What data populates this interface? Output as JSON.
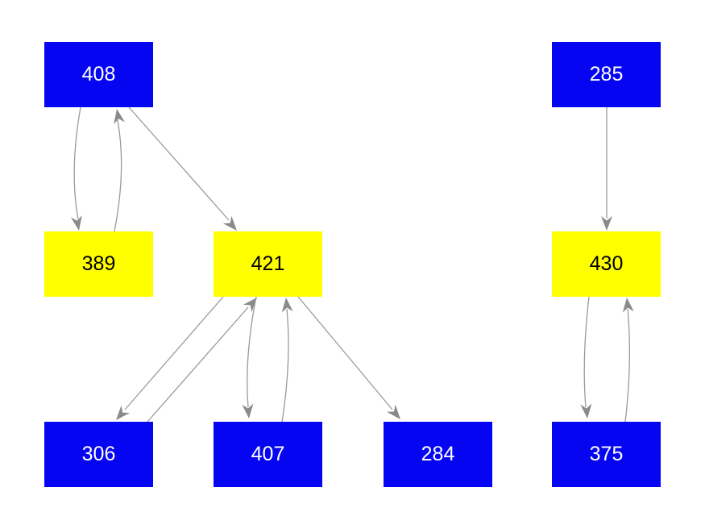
{
  "diagram": {
    "background": "#ffffff",
    "colors": {
      "blue_node": "#0505f2",
      "yellow_node": "#ffff00",
      "blue_text": "#ffffff",
      "yellow_text": "#000000",
      "edge": "#9a9a9a",
      "arrowhead": "#8a8a8a",
      "background": "#ffffff"
    },
    "nodes": [
      {
        "id": "408",
        "label": "408",
        "color": "blue"
      },
      {
        "id": "285",
        "label": "285",
        "color": "blue"
      },
      {
        "id": "389",
        "label": "389",
        "color": "yellow"
      },
      {
        "id": "421",
        "label": "421",
        "color": "yellow"
      },
      {
        "id": "430",
        "label": "430",
        "color": "yellow"
      },
      {
        "id": "306",
        "label": "306",
        "color": "blue"
      },
      {
        "id": "407",
        "label": "407",
        "color": "blue"
      },
      {
        "id": "284",
        "label": "284",
        "color": "blue"
      },
      {
        "id": "375",
        "label": "375",
        "color": "blue"
      }
    ],
    "edges": [
      {
        "from": "408",
        "to": "389"
      },
      {
        "from": "389",
        "to": "408"
      },
      {
        "from": "408",
        "to": "421"
      },
      {
        "from": "285",
        "to": "430"
      },
      {
        "from": "421",
        "to": "306"
      },
      {
        "from": "306",
        "to": "421"
      },
      {
        "from": "421",
        "to": "407"
      },
      {
        "from": "407",
        "to": "421"
      },
      {
        "from": "421",
        "to": "284"
      },
      {
        "from": "430",
        "to": "375"
      },
      {
        "from": "375",
        "to": "430"
      }
    ]
  }
}
